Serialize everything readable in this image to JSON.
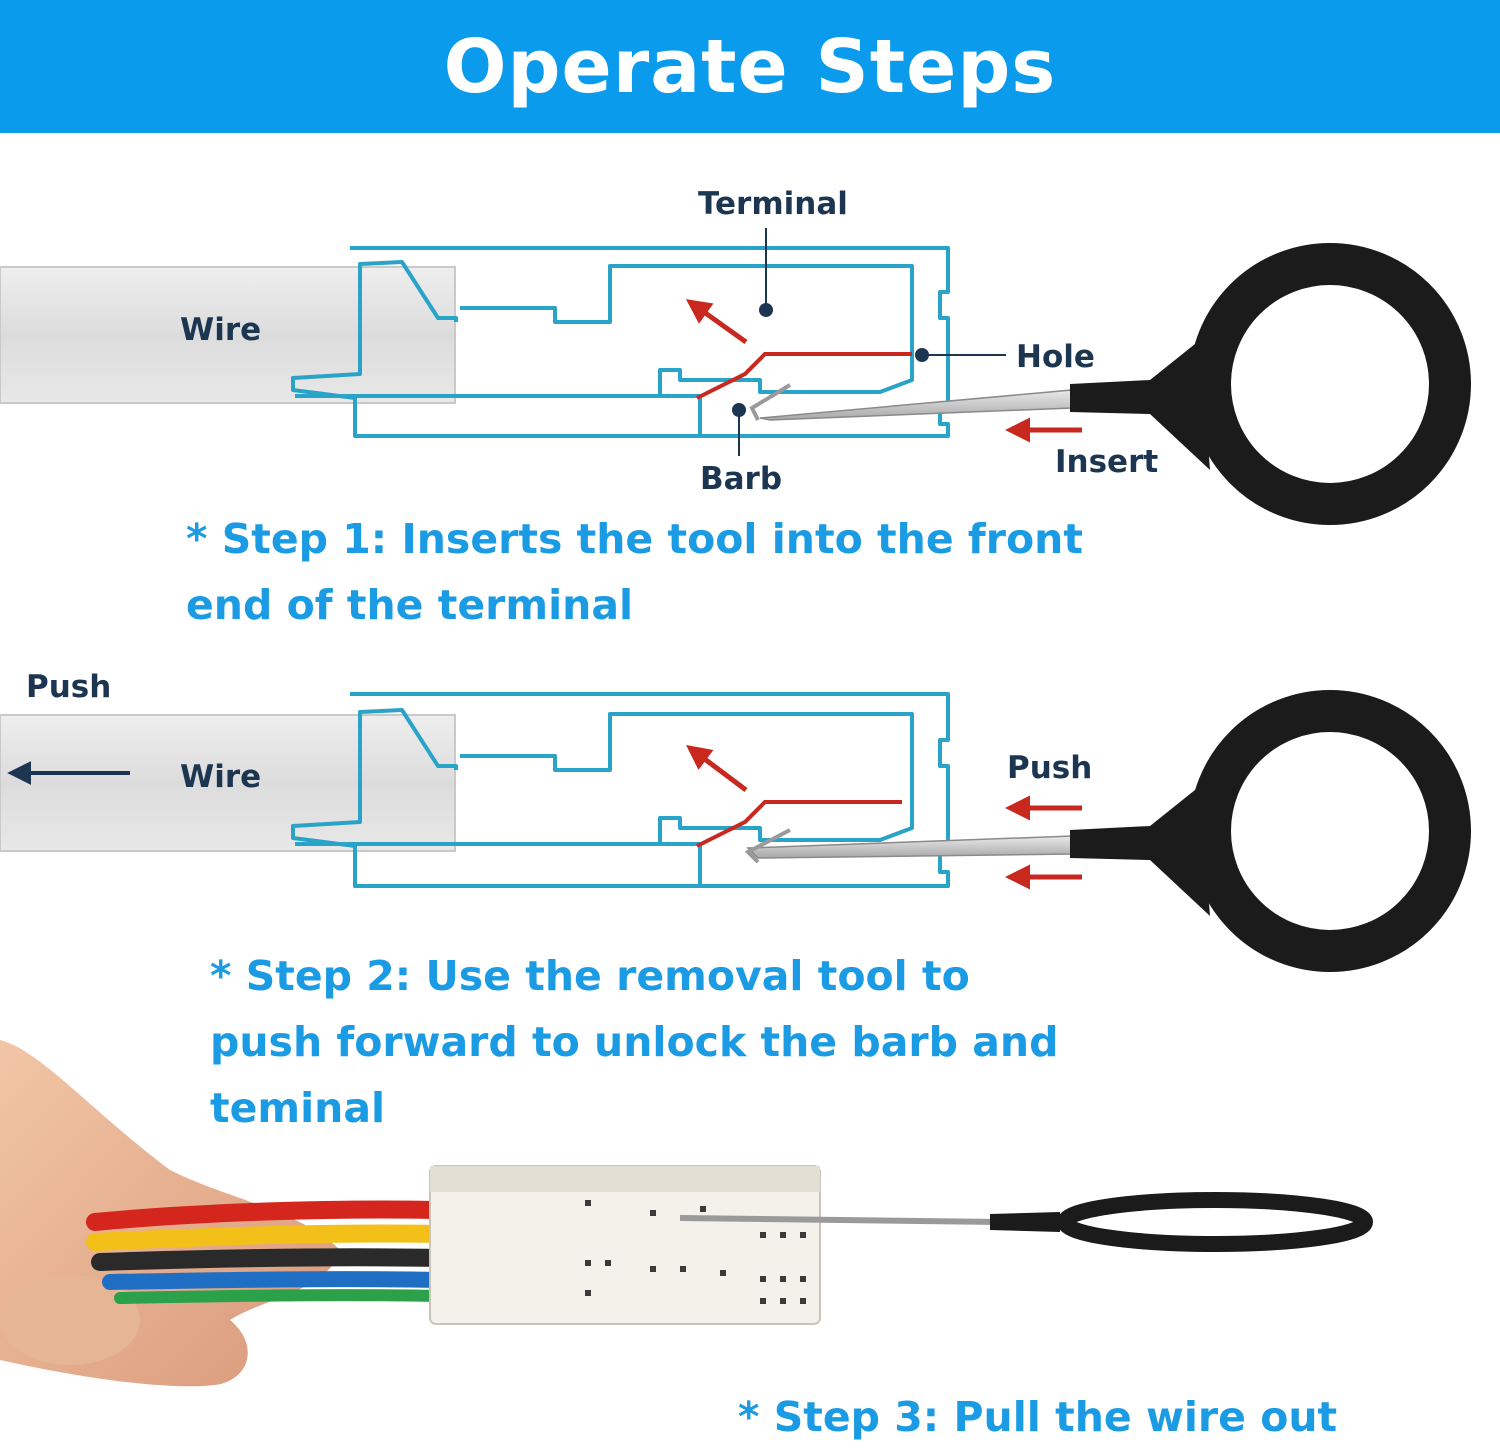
{
  "header": {
    "title": "Operate Steps"
  },
  "colors": {
    "banner": "#0b9bec",
    "outline": "#2aa3c9",
    "barb": "#c8281e",
    "arrow": "#c8281e",
    "label": "#1c3550",
    "step_text": "#1a9be3",
    "tool_ring": "#1b1b1b"
  },
  "diagram1": {
    "terminal_label": "Terminal",
    "wire_label": "Wire",
    "hole_label": "Hole",
    "barb_label": "Barb",
    "insert_label": "Insert"
  },
  "step1": {
    "text": "* Step 1: Inserts the tool into the front end of the terminal"
  },
  "diagram2": {
    "push_left_label": "Push",
    "wire_label": "Wire",
    "push_right_label": "Push"
  },
  "step2": {
    "text": "* Step 2: Use the removal tool to push forward to unlock the barb and teminal"
  },
  "step3": {
    "text": "* Step 3: Pull the wire out"
  }
}
